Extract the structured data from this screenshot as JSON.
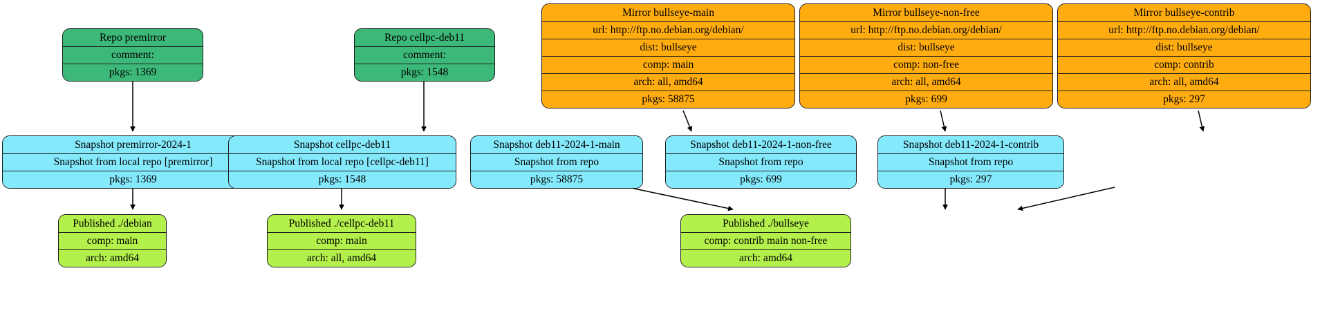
{
  "graph": {
    "title": "aptly repository graph",
    "background": "#ffffff",
    "edge_color": "#000000",
    "palette": {
      "repo": "#3cb878",
      "mirror": "#ffac11",
      "snapshot": "#84e9fb",
      "published": "#b4f04b",
      "border": "#1a1a1a"
    }
  },
  "nodes": [
    {
      "id": "repo-premirror",
      "kind": "repo",
      "rows": [
        "Repo premirror",
        "comment:",
        "pkgs: 1369"
      ]
    },
    {
      "id": "repo-cellpc-deb11",
      "kind": "repo",
      "rows": [
        "Repo cellpc-deb11",
        "comment:",
        "pkgs: 1548"
      ]
    },
    {
      "id": "mirror-bullseye-main",
      "kind": "mirror",
      "rows": [
        "Mirror bullseye-main",
        "url: http://ftp.no.debian.org/debian/",
        "dist: bullseye",
        "comp: main",
        "arch: all, amd64",
        "pkgs: 58875"
      ]
    },
    {
      "id": "mirror-bullseye-non-free",
      "kind": "mirror",
      "rows": [
        "Mirror bullseye-non-free",
        "url: http://ftp.no.debian.org/debian/",
        "dist: bullseye",
        "comp: non-free",
        "arch: all, amd64",
        "pkgs: 699"
      ]
    },
    {
      "id": "mirror-bullseye-contrib",
      "kind": "mirror",
      "rows": [
        "Mirror bullseye-contrib",
        "url: http://ftp.no.debian.org/debian/",
        "dist: bullseye",
        "comp: contrib",
        "arch: all, amd64",
        "pkgs: 297"
      ]
    },
    {
      "id": "snapshot-premirror-2024-1",
      "kind": "snapshot",
      "rows": [
        "Snapshot premirror-2024-1",
        "Snapshot from local repo [premirror]",
        "pkgs: 1369"
      ]
    },
    {
      "id": "snapshot-cellpc-deb11",
      "kind": "snapshot",
      "rows": [
        "Snapshot cellpc-deb11",
        "Snapshot from local repo [cellpc-deb11]",
        "pkgs: 1548"
      ]
    },
    {
      "id": "snapshot-deb11-2024-1-main",
      "kind": "snapshot",
      "rows": [
        "Snapshot deb11-2024-1-main",
        "Snapshot from repo",
        "pkgs: 58875"
      ]
    },
    {
      "id": "snapshot-deb11-2024-1-non-free",
      "kind": "snapshot",
      "rows": [
        "Snapshot deb11-2024-1-non-free",
        "Snapshot from repo",
        "pkgs: 699"
      ]
    },
    {
      "id": "snapshot-deb11-2024-1-contrib",
      "kind": "snapshot",
      "rows": [
        "Snapshot deb11-2024-1-contrib",
        "Snapshot from repo",
        "pkgs: 297"
      ]
    },
    {
      "id": "published-debian",
      "kind": "published",
      "rows": [
        "Published ./debian",
        "comp: main",
        "arch: amd64"
      ]
    },
    {
      "id": "published-cellpc-deb11",
      "kind": "published",
      "rows": [
        "Published ./cellpc-deb11",
        "comp: main",
        "arch: all, amd64"
      ]
    },
    {
      "id": "published-bullseye",
      "kind": "published",
      "rows": [
        "Published ./bullseye",
        "comp: contrib main non-free",
        "arch: amd64"
      ]
    }
  ],
  "edges": [
    {
      "from": "repo-premirror",
      "to": "snapshot-premirror-2024-1"
    },
    {
      "from": "repo-cellpc-deb11",
      "to": "snapshot-cellpc-deb11"
    },
    {
      "from": "mirror-bullseye-main",
      "to": "snapshot-deb11-2024-1-main"
    },
    {
      "from": "mirror-bullseye-non-free",
      "to": "snapshot-deb11-2024-1-non-free"
    },
    {
      "from": "mirror-bullseye-contrib",
      "to": "snapshot-deb11-2024-1-contrib"
    },
    {
      "from": "snapshot-premirror-2024-1",
      "to": "published-debian"
    },
    {
      "from": "snapshot-cellpc-deb11",
      "to": "published-cellpc-deb11"
    },
    {
      "from": "snapshot-deb11-2024-1-main",
      "to": "published-bullseye"
    },
    {
      "from": "snapshot-deb11-2024-1-non-free",
      "to": "published-bullseye"
    },
    {
      "from": "snapshot-deb11-2024-1-contrib",
      "to": "published-bullseye"
    }
  ]
}
